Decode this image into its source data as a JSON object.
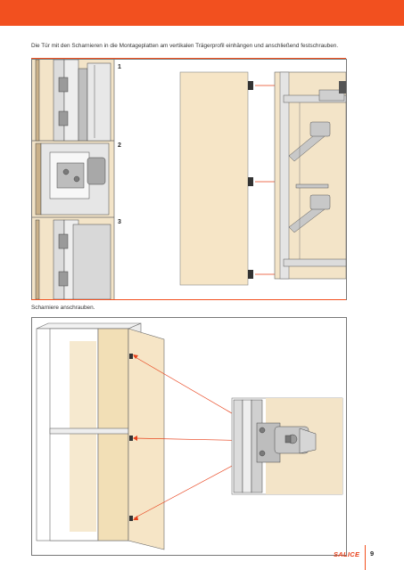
{
  "header": {
    "band_color": "#f2501f"
  },
  "instructions": {
    "step_text": "Die Tür mit den Scharnieren in die Montageplatten am vertikalen Trägerprofil einhängen und anschließend festschrauben.",
    "screw_text": "Scharniere anschrauben."
  },
  "figure_1": {
    "steps": [
      "1",
      "2",
      "3"
    ]
  },
  "footer": {
    "brand": "SALICE",
    "page_number": "9",
    "accent": "#e8401a"
  }
}
